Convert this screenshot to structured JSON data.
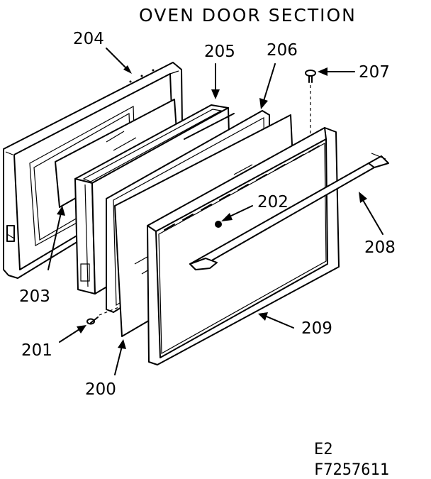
{
  "diagram": {
    "title": "OVEN DOOR SECTION",
    "parts": {
      "p200": "200",
      "p201": "201",
      "p202": "202",
      "p203": "203",
      "p204": "204",
      "p205": "205",
      "p206": "206",
      "p207": "207",
      "p208": "208",
      "p209": "209"
    },
    "codes": {
      "revision": "E2",
      "figure": "F7257611"
    }
  }
}
